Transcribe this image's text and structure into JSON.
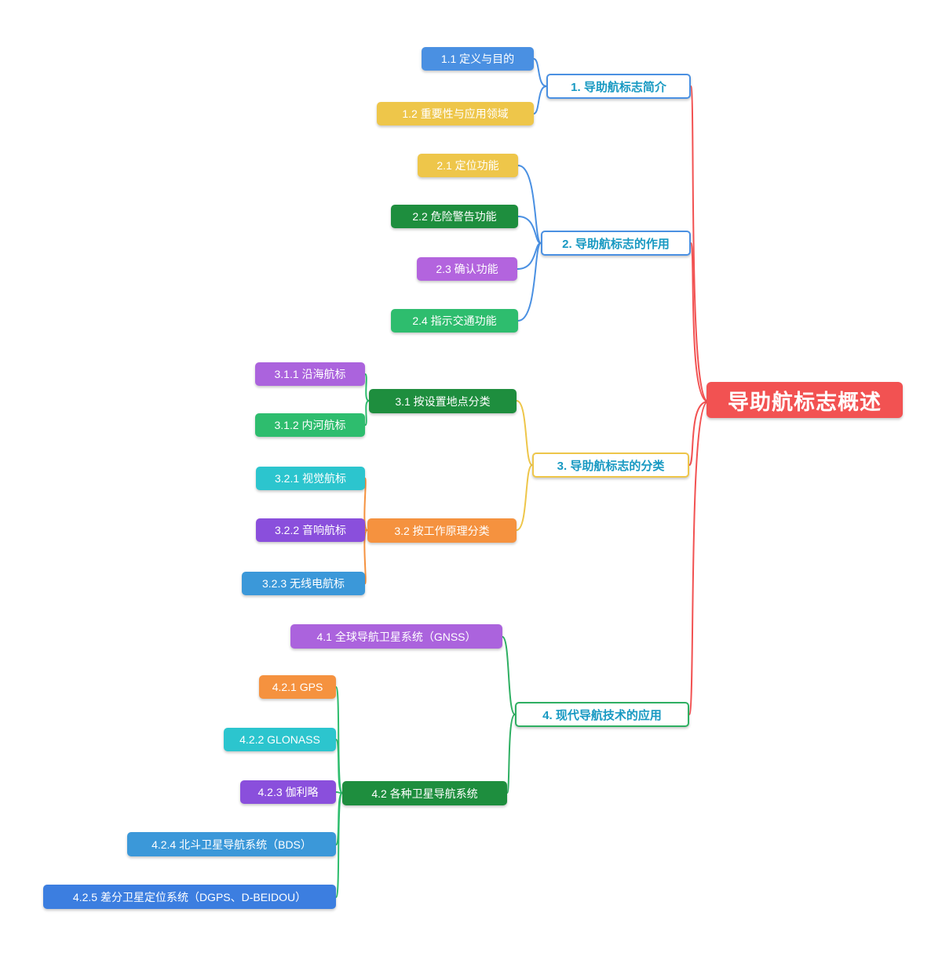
{
  "title": "导助航标志概述",
  "colors": {
    "root_bg": "#f25252",
    "branch_text": "#1899c2",
    "blue": "#4a90e2",
    "yellow": "#eec64a",
    "dark_green": "#1e8e3e",
    "green": "#2ebd6e",
    "branch4_green": "#2eaf62",
    "orange": "#f5923f",
    "violet": "#ab63dd",
    "orchid": "#b364de",
    "deep_purple": "#8a4fdc",
    "sky_blue": "#3b98d9",
    "royal_blue": "#3c7ee0",
    "cyan": "#2cc5ce",
    "node_text": "#ffffff"
  },
  "root": {
    "label": "导助航标志概述",
    "bg": "#f25252"
  },
  "branches": [
    {
      "label": "1. 导助航标志简介",
      "border": "#4a90e2",
      "children": [
        {
          "label": "1.1 定义与目的",
          "bg": "#4a90e2"
        },
        {
          "label": "1.2 重要性与应用领域",
          "bg": "#eec64a"
        }
      ]
    },
    {
      "label": "2. 导助航标志的作用",
      "border": "#4a90e2",
      "children": [
        {
          "label": "2.1 定位功能",
          "bg": "#eec64a"
        },
        {
          "label": "2.2 危险警告功能",
          "bg": "#1e8e3e"
        },
        {
          "label": "2.3 确认功能",
          "bg": "#b364de"
        },
        {
          "label": "2.4 指示交通功能",
          "bg": "#2ebd6e"
        }
      ]
    },
    {
      "label": "3. 导助航标志的分类",
      "border": "#eec64a",
      "children": [
        {
          "label": "3.1 按设置地点分类",
          "bg": "#1e8e3e",
          "children": [
            {
              "label": "3.1.1 沿海航标",
              "bg": "#ab63dd"
            },
            {
              "label": "3.1.2 内河航标",
              "bg": "#2ebd6e"
            }
          ]
        },
        {
          "label": "3.2 按工作原理分类",
          "bg": "#f5923f",
          "children": [
            {
              "label": "3.2.1 视觉航标",
              "bg": "#2cc5ce"
            },
            {
              "label": "3.2.2 音响航标",
              "bg": "#8a4fdc"
            },
            {
              "label": "3.2.3 无线电航标",
              "bg": "#3b98d9"
            }
          ]
        }
      ]
    },
    {
      "label": "4. 现代导航技术的应用",
      "border": "#2eaf62",
      "children": [
        {
          "label": "4.1 全球导航卫星系统（GNSS）",
          "bg": "#ab63dd"
        },
        {
          "label": "4.2 各种卫星导航系统",
          "bg": "#1e8e3e",
          "children": [
            {
              "label": "4.2.1 GPS",
              "bg": "#f5923f"
            },
            {
              "label": "4.2.2 GLONASS",
              "bg": "#2cc5ce"
            },
            {
              "label": "4.2.3 伽利略",
              "bg": "#8a4fdc"
            },
            {
              "label": "4.2.4 北斗卫星导航系统（BDS）",
              "bg": "#3b98d9"
            },
            {
              "label": "4.2.5 差分卫星定位系统（DGPS、D-BEIDOU）",
              "bg": "#3c7ee0"
            }
          ]
        }
      ]
    }
  ]
}
